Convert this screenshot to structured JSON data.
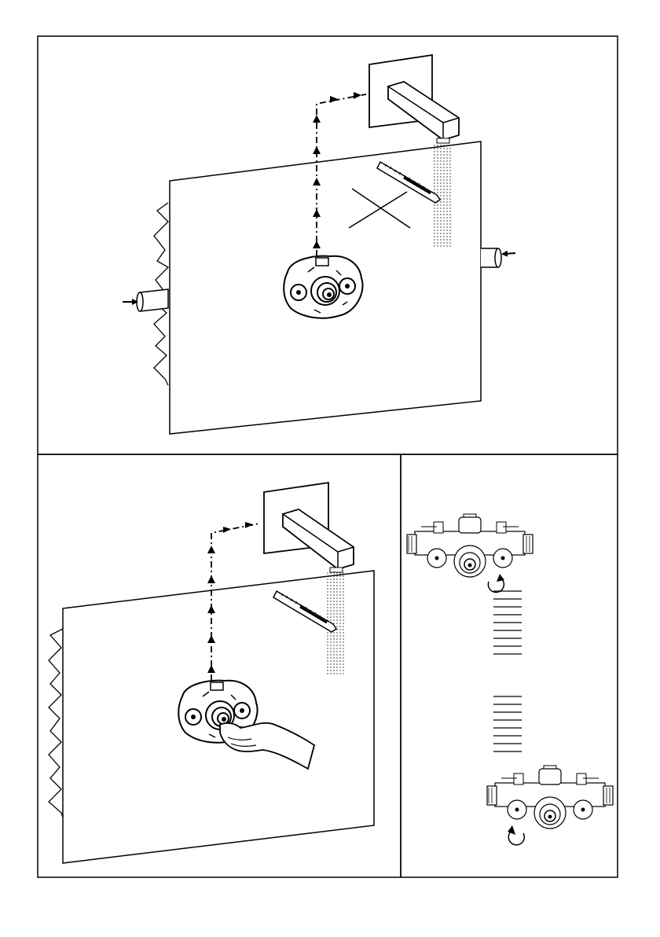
{
  "colors": {
    "ink": "#000000",
    "paper": "#ffffff",
    "hatch": "#1a1a1a"
  },
  "panels": [
    {
      "id": "panel-top",
      "icons": [
        "wall-panel-icon",
        "spout-icon",
        "flow-arrows-icon",
        "thermometer-icon",
        "not-allowed-cross-icon",
        "valve-body-icon",
        "inlet-pipe-icon"
      ]
    },
    {
      "id": "panel-bottom-left",
      "icons": [
        "wall-panel-icon",
        "spout-icon",
        "flow-arrows-icon",
        "thermometer-icon",
        "valve-body-icon",
        "hand-icon"
      ]
    },
    {
      "id": "panel-bottom-right",
      "icons": [
        "valve-body-icon",
        "rotate-arrow-icon",
        "thread-scale-icon"
      ]
    }
  ]
}
